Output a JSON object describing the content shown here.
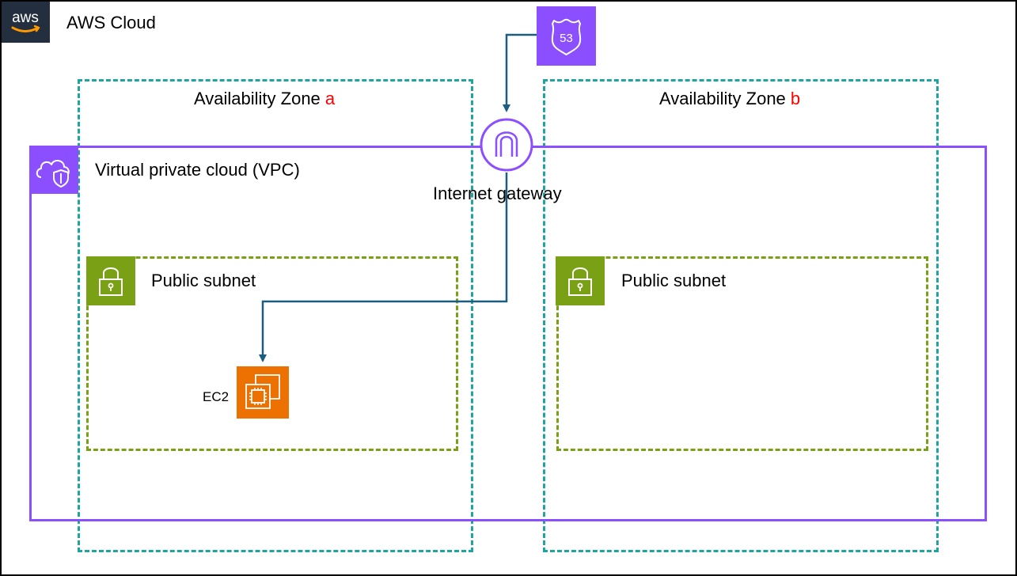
{
  "cloud": {
    "logo_text": "aws",
    "title": "AWS Cloud"
  },
  "availability_zones": [
    {
      "label": "Availability Zone",
      "letter": "a"
    },
    {
      "label": "Availability Zone",
      "letter": "b"
    }
  ],
  "vpc": {
    "label": "Virtual private cloud (VPC)",
    "icon": "vpc-cloud-shield-icon"
  },
  "internet_gateway": {
    "label": "Internet gateway",
    "icon": "internet-gateway-icon"
  },
  "route53": {
    "icon": "route53-shield-icon",
    "badge_text": "53"
  },
  "subnets": [
    {
      "label": "Public subnet",
      "icon": "lock-icon"
    },
    {
      "label": "Public subnet",
      "icon": "lock-icon"
    }
  ],
  "ec2": {
    "label": "EC2",
    "icon": "ec2-chip-icon"
  },
  "colors": {
    "az_border": "#1fa5a0",
    "vpc": "#8c4fff",
    "subnet": "#7aa116",
    "ec2": "#ed7100",
    "connector": "#1b5e80",
    "az_letter": "#ff0000",
    "aws_logo_bg": "#232f3e"
  }
}
